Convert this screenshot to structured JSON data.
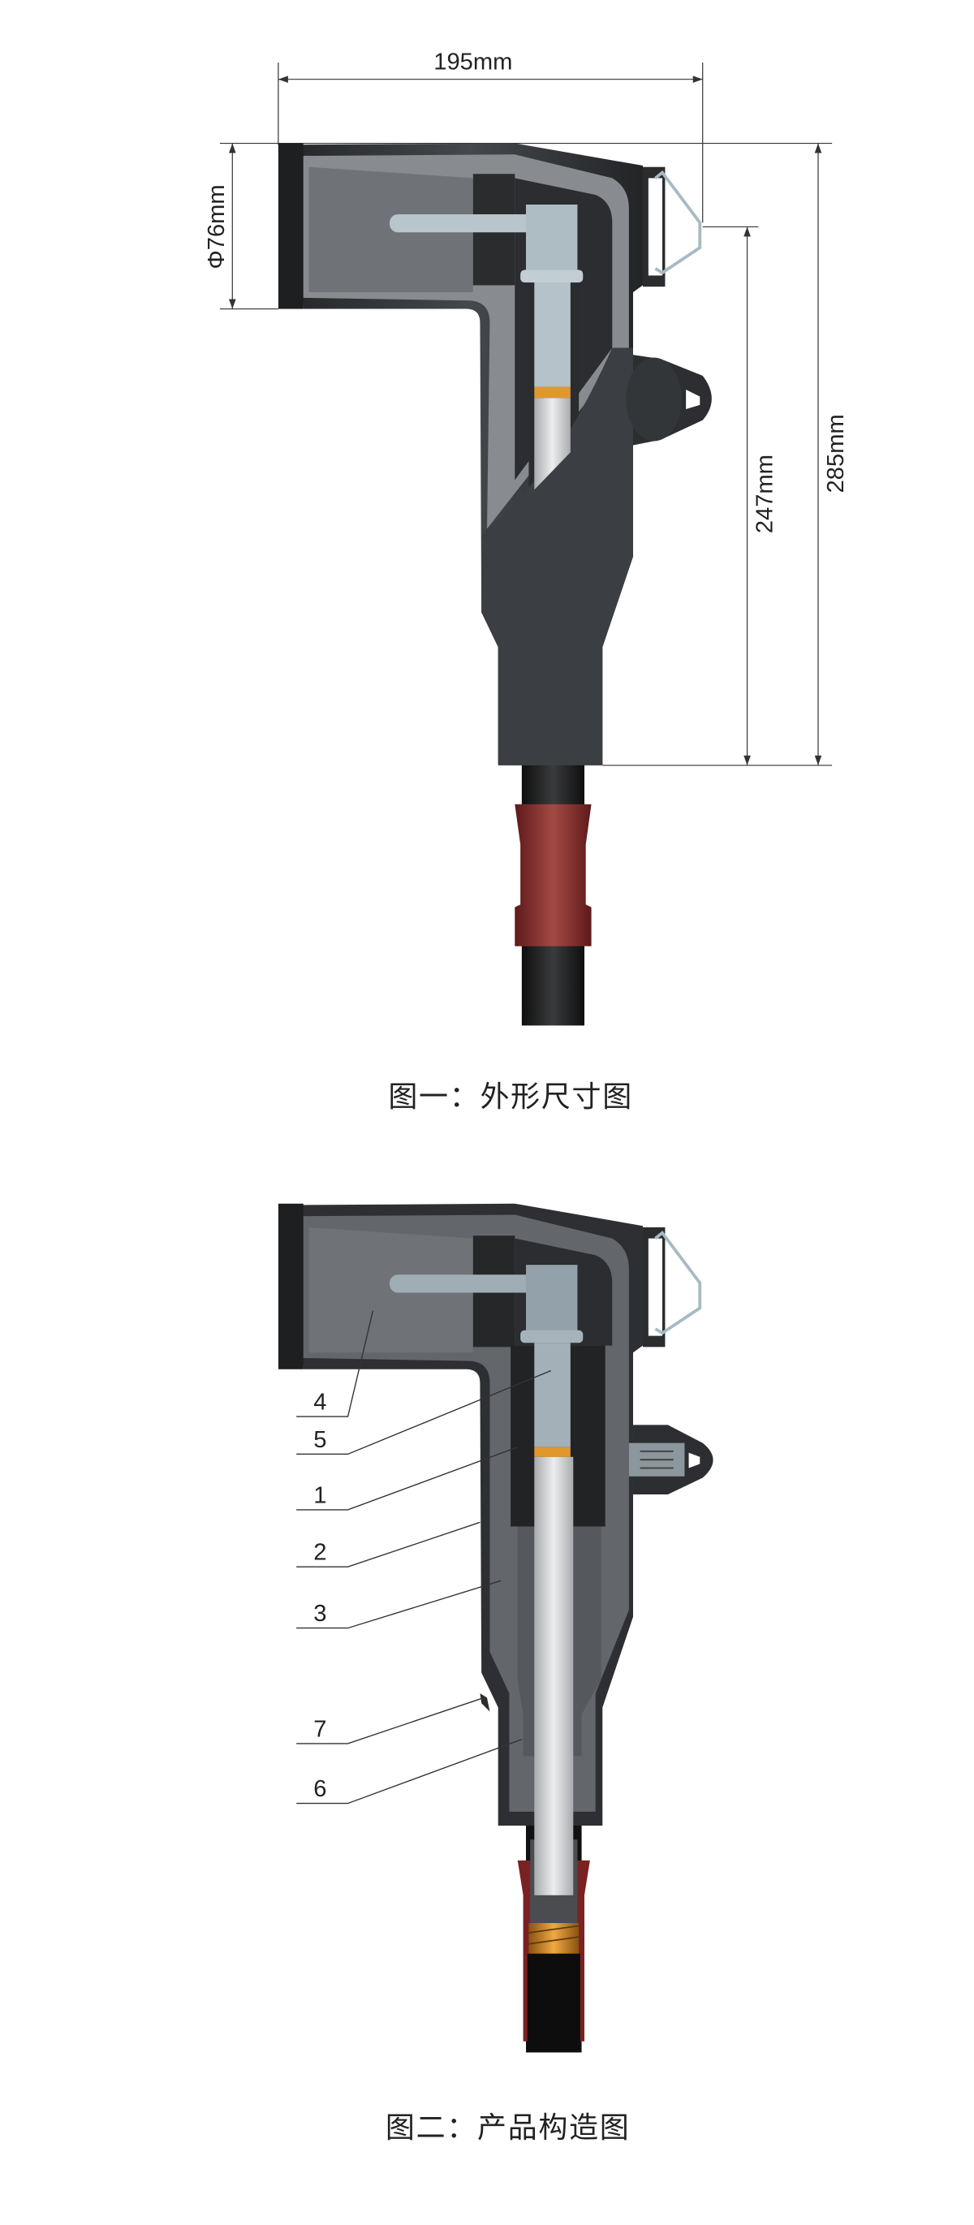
{
  "figure1": {
    "caption": "图一：外形尺寸图",
    "dimensions": {
      "width": "195mm",
      "diameter": "Φ76mm",
      "height_inner": "247mm",
      "height_total": "285mm"
    }
  },
  "figure2": {
    "caption": "图二：产品构造图",
    "part_labels": [
      "4",
      "5",
      "1",
      "2",
      "3",
      "7",
      "6"
    ]
  },
  "colors": {
    "shell": "#2e3033",
    "insulation": "#868a8e",
    "connector": "#b8c5cc",
    "sleeve": "#8c2e2e",
    "spring": "#d08a2a"
  }
}
